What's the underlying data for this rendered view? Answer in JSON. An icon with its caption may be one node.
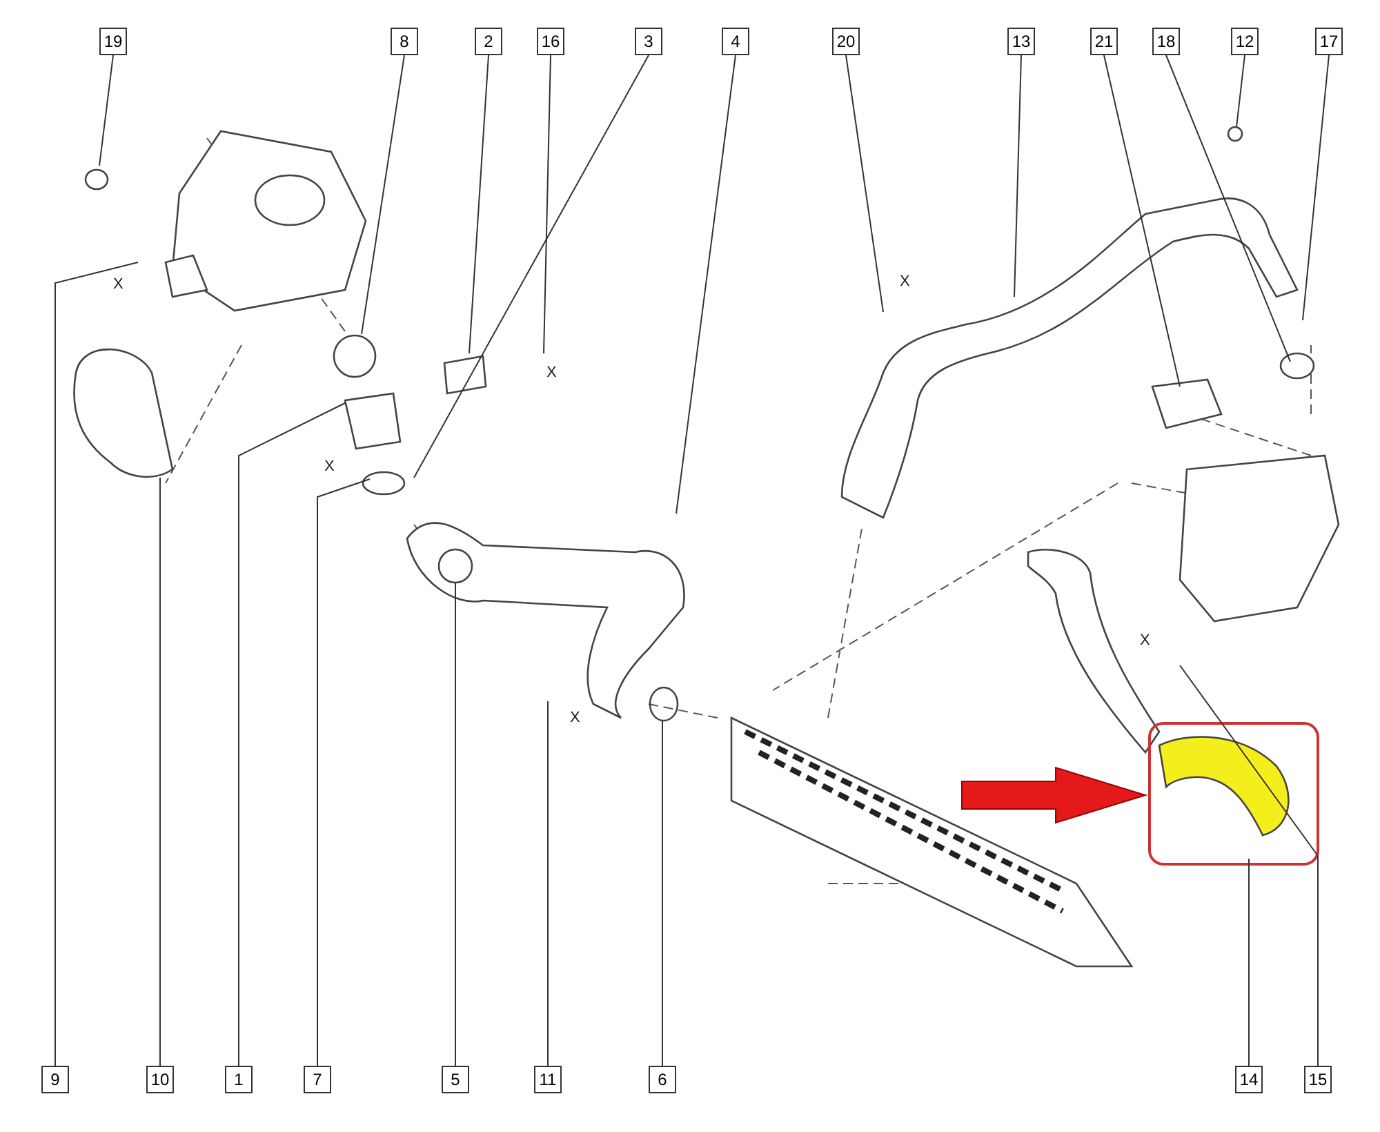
{
  "diagram": {
    "nodes": [
      {
        "text": [
          "19"
        ]
      },
      {
        "text": [
          "8"
        ]
      },
      {
        "text": [
          "2"
        ]
      },
      {
        "text": [
          "16"
        ]
      },
      {
        "text": [
          "3"
        ]
      },
      {
        "text": [
          "4"
        ]
      },
      {
        "text": [
          "20"
        ]
      },
      {
        "text": [
          "13"
        ]
      },
      {
        "text": [
          "21"
        ]
      },
      {
        "text": [
          "18"
        ]
      },
      {
        "text": [
          "12"
        ]
      },
      {
        "text": [
          "17"
        ]
      },
      {
        "text": [
          "9"
        ]
      },
      {
        "text": [
          "10"
        ]
      },
      {
        "text": [
          "1"
        ]
      },
      {
        "text": [
          "7"
        ]
      },
      {
        "text": [
          "5"
        ]
      },
      {
        "text": [
          "11"
        ]
      },
      {
        "text": [
          "6"
        ]
      },
      {
        "text": [
          "14"
        ]
      },
      {
        "text": [
          "15"
        ]
      }
    ],
    "edges": [
      {
        "from": 0,
        "to": null,
        "arrow": "none"
      },
      {
        "from": 1,
        "to": null,
        "arrow": "none"
      },
      {
        "from": 2,
        "to": null,
        "arrow": "none"
      },
      {
        "from": 3,
        "to": null,
        "arrow": "none"
      },
      {
        "from": 4,
        "to": null,
        "arrow": "none"
      },
      {
        "from": 5,
        "to": null,
        "arrow": "none"
      },
      {
        "from": 6,
        "to": null,
        "arrow": "none"
      },
      {
        "from": 7,
        "to": null,
        "arrow": "none"
      },
      {
        "from": 8,
        "to": null,
        "arrow": "none"
      },
      {
        "from": 9,
        "to": null,
        "arrow": "none"
      },
      {
        "from": 10,
        "to": null,
        "arrow": "none"
      },
      {
        "from": 11,
        "to": null,
        "arrow": "none"
      },
      {
        "from": 12,
        "to": null,
        "arrow": "none"
      },
      {
        "from": 13,
        "to": null,
        "arrow": "none"
      },
      {
        "from": 14,
        "to": null,
        "arrow": "none"
      },
      {
        "from": 15,
        "to": null,
        "arrow": "none"
      },
      {
        "from": 16,
        "to": null,
        "arrow": "none"
      },
      {
        "from": 17,
        "to": null,
        "arrow": "none"
      },
      {
        "from": 18,
        "to": null,
        "arrow": "none"
      },
      {
        "from": 19,
        "to": null,
        "arrow": "none"
      },
      {
        "from": 20,
        "to": null,
        "arrow": "none"
      }
    ],
    "labels": [
      "X",
      "X",
      "X",
      "X",
      "X",
      "X"
    ]
  }
}
